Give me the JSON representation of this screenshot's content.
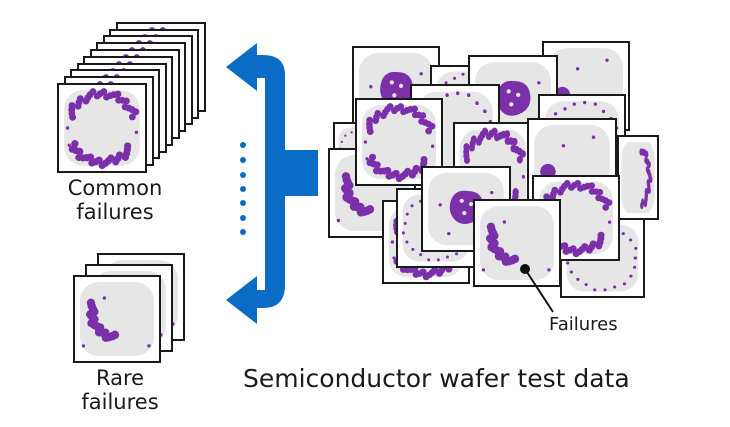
{
  "labels": {
    "common_failures": "Common\nfailures",
    "common_line1": "Common",
    "common_line2": "failures",
    "rare_line1": "Rare",
    "rare_line2": "failures",
    "failures_callout": "Failures",
    "dataset_title": "Semiconductor wafer test data"
  },
  "colors": {
    "arrow_blue": "#0a6cc4",
    "failure_purple": "#7b2fa8",
    "wafer_gray": "#e6e6e6",
    "frame_black": "#1a1a1a"
  },
  "groups": {
    "common": {
      "stack_count": 10,
      "pattern": "edge-ring"
    },
    "rare": {
      "stack_count": 3,
      "pattern": "edge-arc"
    }
  },
  "wafer_patterns": [
    "center-blob",
    "edge-ring",
    "edge-arc",
    "local-spot",
    "clean"
  ]
}
